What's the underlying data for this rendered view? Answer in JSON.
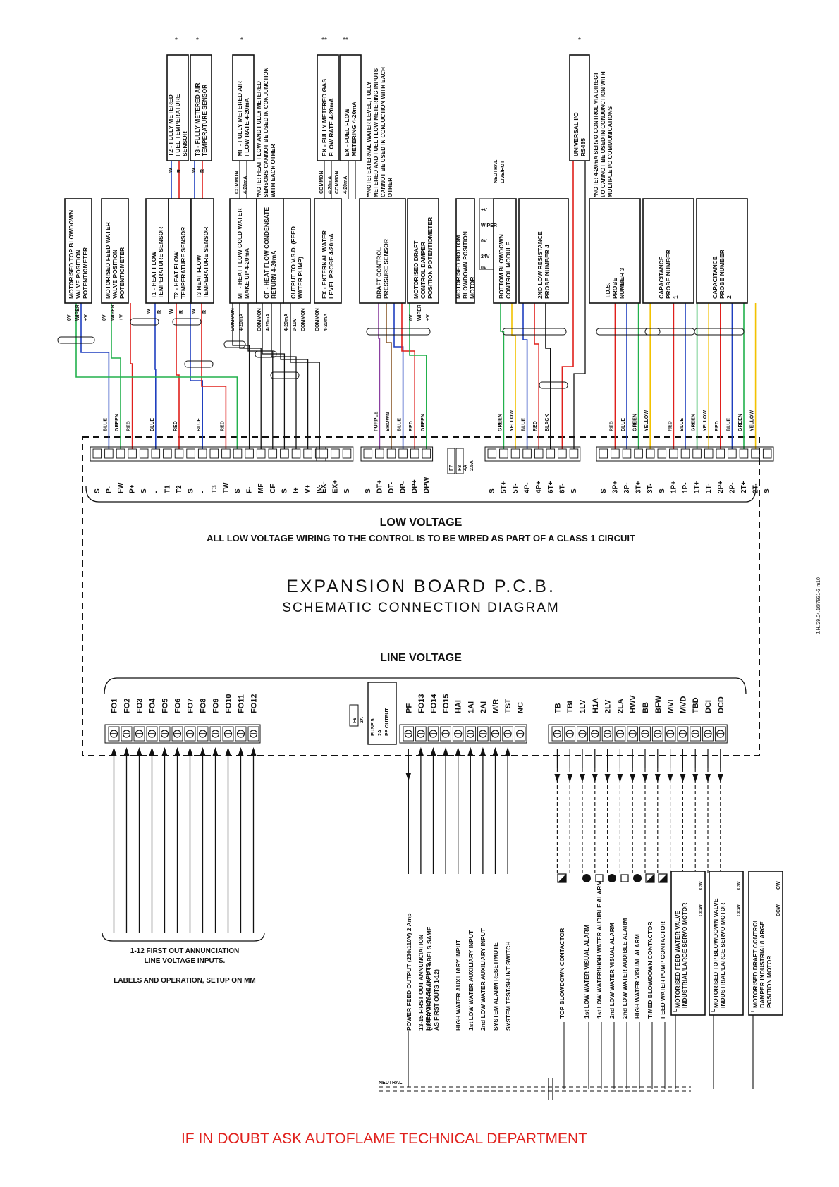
{
  "board": {
    "low_voltage": "LOW VOLTAGE",
    "class_note": "ALL LOW VOLTAGE WIRING TO THE CONTROL IS TO BE WIRED AS PART OF A CLASS 1 CIRCUIT",
    "title": "EXPANSION  BOARD  P.C.B.",
    "subtitle": "SCHEMATIC  CONNECTION  DIAGRAM",
    "line_voltage": "LINE VOLTAGE"
  },
  "fuses": {
    "f7": "F7",
    "f7_rating": "4A",
    "f8": "F8",
    "f8_rating": "2.5A",
    "f6": "F6",
    "f6_rating": "2A",
    "fuse5": "FUSE 5",
    "fuse5_rating": "2A",
    "fuse5_output": "PF OUTPUT"
  },
  "lv_terminals": {
    "group1": [
      "S",
      "P-",
      "FW",
      "P+",
      "S",
      "-",
      "T1",
      "T2",
      "S",
      "-",
      "T3",
      "TW",
      "S",
      "F-",
      "MF",
      "CF",
      "S",
      "I+",
      "V+",
      "IV-"
    ],
    "group2": [
      "EX-",
      "EX+",
      "S"
    ],
    "group3": [
      "S",
      "DT+",
      "DT-",
      "DP-",
      "DP+",
      "DPW"
    ],
    "group4": [
      "S",
      "5T+",
      "5T-",
      "4P-",
      "4P+",
      "6T+",
      "6T-",
      "S"
    ],
    "group5": [
      "S",
      "3P+",
      "3P-",
      "3T+",
      "3T-",
      "S",
      "1P+",
      "1P-",
      "1T+",
      "1T-",
      "2P+",
      "2P-",
      "2T+",
      "2T-",
      "S"
    ]
  },
  "wire_colors": {
    "group1": [
      "BLUE",
      "GREEN",
      "RED",
      "BLUE",
      "RED",
      "BLUE",
      "RED"
    ],
    "group3": [
      "PURPLE",
      "BROWN",
      "BLUE",
      "RED",
      "GREEN"
    ],
    "group4": [
      "GREEN",
      "YELLOW",
      "BLUE",
      "RED",
      "BLACK"
    ],
    "group5": [
      "RED",
      "BLUE",
      "GREEN",
      "YELLOW",
      "RED",
      "BLUE",
      "GREEN",
      "YELLOW",
      "RED",
      "BLUE",
      "GREEN",
      "YELLOW"
    ]
  },
  "devices": {
    "top_blowdown_pot": "MOTORISED TOP BLOWDOWN VALVE POSITION POTENTIOMETER",
    "feed_water_pot": "MOTORISED FEED WATER VALVE POSITION POTENTIOMETER",
    "t1_sensor": "T1 - HEAT FLOW TEMPERATURE SENSOR",
    "t2_sensor": "T2 - HEAT FLOW TEMPERATURE SENSOR",
    "t3_sensor": "T3 HEAT FLOW TEMPERATURE SENSOR",
    "mf_cold_water": "MF - HEAT FLOW COLD WATER MAKE UP 4-20mA",
    "cf_condensate": "CF - HEAT FLOW CONDENSATE RETURN 4-20mA",
    "vsd_output": "OUTPUT TO V.S.D. (FEED WATER PUMP)",
    "ex_probe": "EX - EXTERNAL WATER LEVEL PROBE 4-20mA",
    "draft_sensor": "DRAFT CONTROL PRESSURE SENSOR",
    "draft_damper_pot": "MOTORISED DRAFT CONTROL DAMPER POSITION POTENTIOMETER",
    "bottom_blowdown_motor": "MOTORISED BOTTOM BLOWDOWN POSITION MOTOR",
    "bottom_blowdown_module": "BOTTOM BLOWDOWN CONTROL MODULE",
    "low_probe_4": "2ND LOW RESISTANCE PROBE NUMBER 4",
    "tds_probe": "T.D.S. PROBE NUMBER 3",
    "cap_probe_1": "CAPACITANCE PROBE NUMBER 1",
    "cap_probe_2": "CAPACITANCE PROBE NUMBER 2"
  },
  "top_devices": {
    "t2_fuel": "T2 - FULLY METERED FUEL TEMPERATURE SENSOR",
    "t3_air": "T3 - FULLY METERED AIR TEMPERATURE SENSOR",
    "mf_air": "MF - FULLY METERED AIR FLOW RATE 4-20mA",
    "ex_gas": "EX - FULLY METERED GAS FLOW RATE 4-20mA",
    "ex_fuel": "EX - FUEL FLOW METERING 4-20mA",
    "universal_io": "UNIVERSAL I/O RS485"
  },
  "notes": {
    "heat_flow": "*NOTE: HEAT FLOW AND FULLY METERED SENSORS CANNOT BE USED IN CONJUNCTION WITH EACH OTHER",
    "external_water": "**NOTE: EXTERNAL WATER LEVEL, FULLY METERED AND FUEL FLOW METERING INPUTS CANNOT BE USED IN CONJUCTION WITH EACH OTHER",
    "servo": "*NOTE: 4-20mA SERVO CONTROL VIA DIRECT I/O CANNOT BE USED IN CONJUNCTION WITH MULTIPLE I/O COMMUNICATIONS"
  },
  "small_labels": {
    "zero_v": "0V",
    "wiper": "WIPER",
    "plus_v": "+V",
    "w": "W",
    "r": "R",
    "common": "COMMON",
    "ma": "4-20mA",
    "v010": "0-10V",
    "neutral_small": "NEUTRAL",
    "live_hot": "LIVE/HOT",
    "twentyfour_v": "24V",
    "zero_v_2": "0V",
    "cw": "CW",
    "ccw": "CCW",
    "l": "L",
    "star": "*",
    "star2": "**"
  },
  "fo_terminals": [
    "FO1",
    "FO2",
    "FO3",
    "FO4",
    "FO5",
    "FO6",
    "FO7",
    "FO8",
    "FO9",
    "FO10",
    "FO11",
    "FO12"
  ],
  "mid_terminals": [
    "PF",
    "FO13",
    "FO14",
    "FO15",
    "HAI",
    "1AI",
    "2AI",
    "M/R",
    "TST",
    "NC"
  ],
  "right_terminals": [
    "TB",
    "TBI",
    "1LV",
    "H1A",
    "2LV",
    "2LA",
    "HWV",
    "BB",
    "BFW",
    "MVI",
    "MVD",
    "TBD",
    "DCI",
    "DCD"
  ],
  "fo_note": {
    "line1": "1-12 FIRST OUT ANNUNCIATION",
    "line2": "LINE VOLTAGE INPUTS.",
    "line3": "LABELS AND OPERATION, SETUP ON MM"
  },
  "mid_labels": [
    "POWER FEED OUTPUT (230/110V) 2 Amp",
    "13-15 FIRST OUT ANNUNCIATION LINE VOLTAGE INPUTS.",
    "(USER ASSIGNABLE LABELS SAME AS FIRST OUTS 1-12)",
    "HIGH WATER AUXILIARY INPUT",
    "1st LOW WATER AUXILIARY INPUT",
    "2nd LOW WATER AUXILIARY INPUT",
    "SYSTEM ALARM RESET/MUTE",
    "SYSTEM TEST/SHUNT SWITCH"
  ],
  "right_labels": [
    "TOP BLOWDOWN CONTACTOR",
    "1st LOW WATER VISUAL ALARM",
    "1st LOW WATER/HIGH WATER AUDIBLE ALARM",
    "2nd LOW WATER VISUAL ALARM",
    "2nd LOW WATER AUDIBLE ALARM",
    "HIGH WATER VISUAL ALARM",
    "TIMED BLOWDOWN CONTACTOR",
    "FEED WATER PUMP CONTACTOR"
  ],
  "motors": {
    "feed_water": "MOTORISED FEED WATER VALVE INDUSTRIAL/LARGE SERVO MOTOR",
    "top_blowdown": "MOTORISED TOP BLOWDOWN VALVE INDUSTRIAL/LARGE SERVO MOTOR",
    "draft_control": "MOTORISED DRAFT CONTROL DAMPER INDUSTRIAL/LARGE POSITION MOTOR"
  },
  "neutral": "NEUTRAL",
  "warning": "IF IN DOUBT ASK AUTOFLAME TECHNICAL DEPARTMENT",
  "side_ref": "J.H./29.04.16/7931-3 m10",
  "colors": {
    "red": "#e0201c",
    "blue": "#1f3fbf",
    "green": "#22b14c",
    "yellow": "#f2c200",
    "brown": "#8b5a2b",
    "purple": "#8a3fa0"
  }
}
